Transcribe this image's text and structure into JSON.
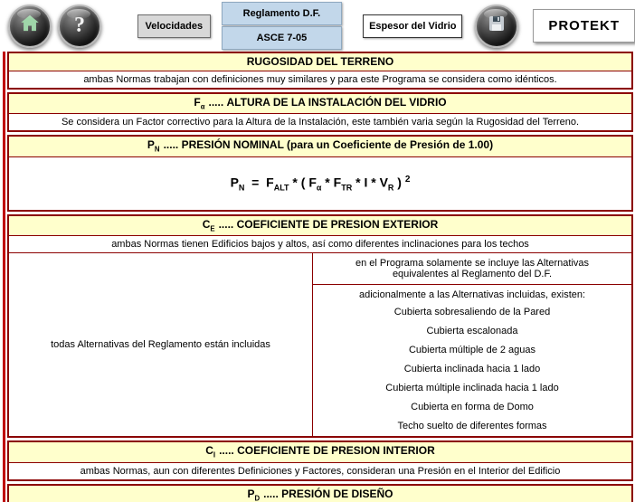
{
  "toolbar": {
    "velocidades": "Velocidades",
    "reglamento_df": "Reglamento D.F.",
    "asce": "ASCE 7-05",
    "espesor": "Espesor del Vidrio",
    "brand": "PROTEKT",
    "icons": {
      "home": "home-icon",
      "help": "question-icon (?)",
      "save": "save-disk-icon"
    },
    "help_glyph": "?"
  },
  "colors": {
    "header_yellow": "#ffffcc",
    "table_border": "#8b0000",
    "left_line_red": "#c00000",
    "button_blue": "#c2d7ea",
    "button_gray": "#d8d8d8"
  },
  "sections": {
    "rugosidad": {
      "title": "RUGOSIDAD DEL TERRENO",
      "body": "ambas Normas trabajan con definiciones muy similares y para este Programa se considera como idénticos."
    },
    "altura": {
      "sym": "F",
      "sub": "α",
      "rest": "..... ALTURA DE LA INSTALACIÓN DEL VIDRIO",
      "body": "Se considera un Factor correctivo para la Altura de la Instalación, este también varia según la Rugosidad del Terreno."
    },
    "pn": {
      "sym": "P",
      "sub": "N",
      "rest": "..... PRESIÓN NOMINAL (para un Coeficiente de Presión de 1.00)",
      "formula": {
        "p": "P",
        "p_sub": "N",
        "eq": "  =  ",
        "falt": "F",
        "falt_sub": "ALT",
        "op1": " * ( ",
        "fa": "F",
        "fa_sub": "α",
        "op2": " * ",
        "ftr": "F",
        "ftr_sub": "TR",
        "op3": " * I * ",
        "vr": "V",
        "vr_sub": "R",
        "close": " ) ",
        "sup": "2"
      }
    },
    "ce": {
      "sym": "C",
      "sub": "E",
      "rest": "..... COEFICIENTE DE PRESION EXTERIOR",
      "body": "ambas Normas tienen Edificios bajos y altos, así como diferentes inclinaciones para los techos",
      "left_cell": "todas Alternativas del Reglamento están incluidas",
      "right_intro": "en el Programa solamente se incluye las Alternativas equivalentes al Reglamento del D.F.",
      "additional_label": "adicionalmente a las Alternativas incluidas, existen:",
      "alternatives": [
        "Cubierta sobresaliendo de la Pared",
        "Cubierta escalonada",
        "Cubierta múltiple de 2 aguas",
        "Cubierta inclinada hacia 1 lado",
        "Cubierta múltiple inclinada hacia 1 lado",
        "Cubierta en forma de Domo",
        "Techo suelto de diferentes formas"
      ]
    },
    "ci": {
      "sym": "C",
      "sub": "I",
      "rest": "..... COEFICIENTE DE PRESION INTERIOR",
      "body": "ambas Normas, aun con diferentes Definiciones y Factores, consideran una Presión en el Interior del Edificio"
    },
    "pd": {
      "sym": "P",
      "sub": "D",
      "rest": "..... PRESIÓN DE DISEÑO"
    }
  }
}
